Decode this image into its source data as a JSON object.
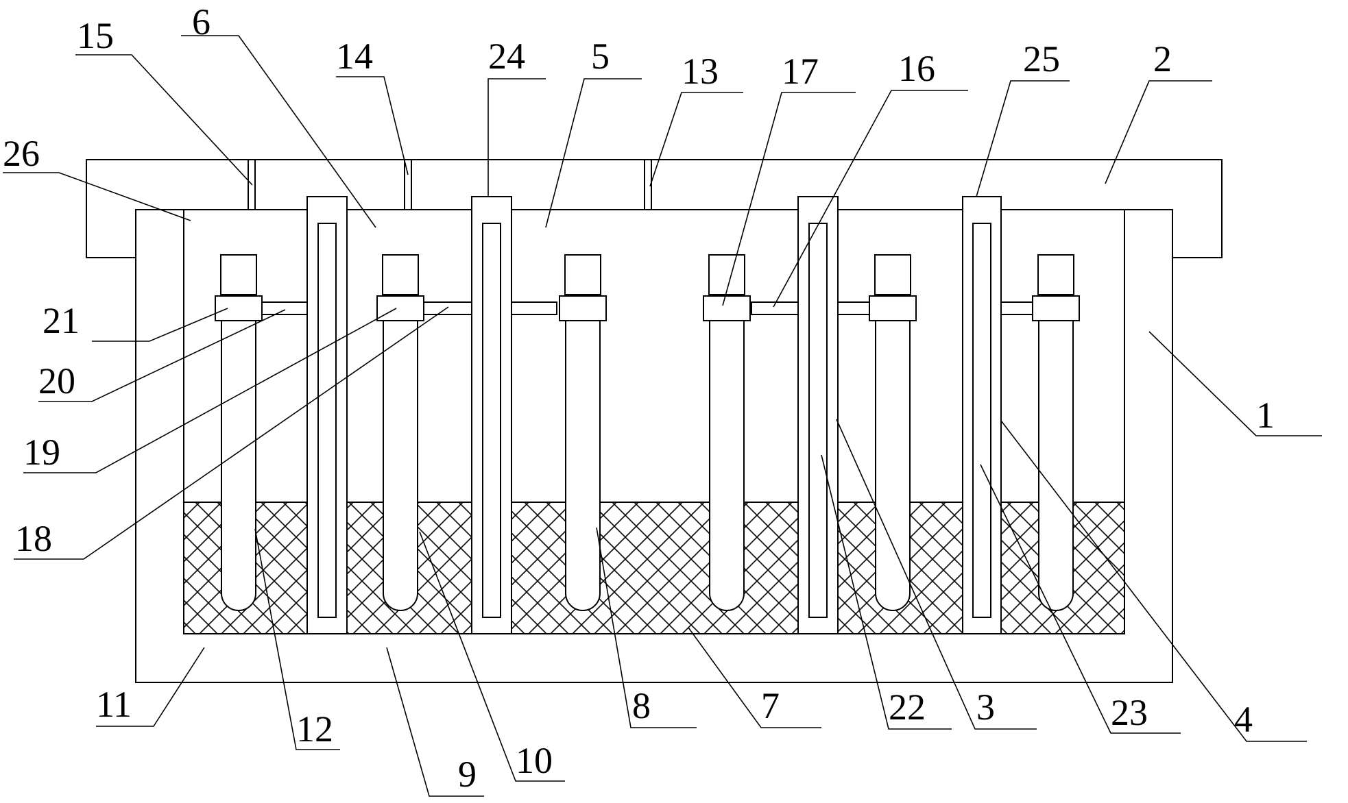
{
  "figure": {
    "description_labels": {
      "l1": "1",
      "l2": "2",
      "l3": "3",
      "l4": "4",
      "l5": "5",
      "l6": "6",
      "l7": "7",
      "l8": "8",
      "l9": "9",
      "l10": "10",
      "l11": "11",
      "l12": "12",
      "l13": "13",
      "l14": "14",
      "l15": "15",
      "l16": "16",
      "l17": "17",
      "l18": "18",
      "l19": "19",
      "l20": "20",
      "l21": "21",
      "l22": "22",
      "l23": "23",
      "l24": "24",
      "l25": "25",
      "l26": "26"
    },
    "colors": {
      "line": "#000000",
      "background": "#ffffff"
    }
  }
}
